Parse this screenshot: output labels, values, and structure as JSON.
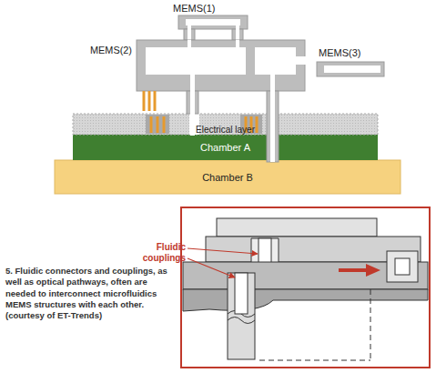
{
  "diagram": {
    "caption": "5. Fluidic connectors and couplings, as well as optical pathways, often are needed to interconnect microfluidics MEMS structures with each other. (courtesy of ET-Trends)",
    "nodes": [
      {
        "text": [
          "MEMS(1)"
        ]
      },
      {
        "text": [
          "MEMS(2)"
        ]
      },
      {
        "text": [
          "MEMS(3)"
        ]
      },
      {
        "text": [
          "Electrical layer"
        ]
      },
      {
        "text": [
          "Chamber A"
        ]
      },
      {
        "text": [
          "Chamber B"
        ]
      }
    ],
    "labels": [
      "Fluidic couplings"
    ]
  }
}
